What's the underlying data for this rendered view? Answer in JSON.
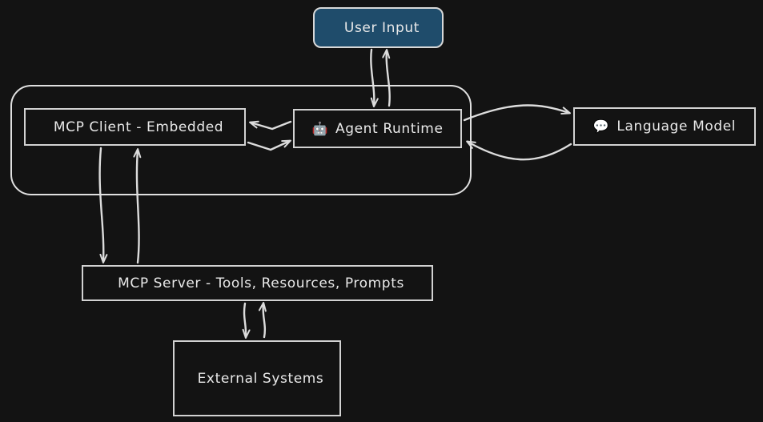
{
  "diagram": {
    "type": "flowchart",
    "background_color": "#131313",
    "stroke_color": "#e0e0e0",
    "text_color": "#e9e9e9",
    "accent_color": "#1f4c6b",
    "nodes": [
      {
        "id": "user-input",
        "label": "User Input",
        "emoji": "",
        "shape": "rounded-rect",
        "fill": "#1f4c6b"
      },
      {
        "id": "mcp-client",
        "label": "MCP Client - Embedded",
        "emoji": "",
        "shape": "rect",
        "fill": "#131313"
      },
      {
        "id": "agent-runtime",
        "label": "Agent Runtime",
        "emoji": "🤖",
        "emoji_name": "robot-icon",
        "shape": "rect",
        "fill": "#131313"
      },
      {
        "id": "language-model",
        "label": "Language Model",
        "emoji": "💬",
        "emoji_name": "speech-balloon-icon",
        "shape": "rect",
        "fill": "#131313"
      },
      {
        "id": "mcp-server",
        "label": "MCP Server - Tools, Resources, Prompts",
        "emoji": "",
        "shape": "rect",
        "fill": "#131313"
      },
      {
        "id": "external-systems",
        "label": "External Systems",
        "emoji": "",
        "shape": "rect",
        "fill": "#131313"
      }
    ],
    "groups": [
      {
        "id": "agent-group",
        "label": "",
        "contains": [
          "mcp-client",
          "agent-runtime"
        ]
      }
    ],
    "edges": [
      {
        "from": "user-input",
        "to": "agent-runtime",
        "direction": "down",
        "label": ""
      },
      {
        "from": "agent-runtime",
        "to": "user-input",
        "direction": "up",
        "label": ""
      },
      {
        "from": "agent-runtime",
        "to": "mcp-client",
        "direction": "left",
        "label": ""
      },
      {
        "from": "mcp-client",
        "to": "agent-runtime",
        "direction": "right",
        "label": ""
      },
      {
        "from": "agent-runtime",
        "to": "language-model",
        "direction": "right",
        "label": ""
      },
      {
        "from": "language-model",
        "to": "agent-runtime",
        "direction": "left",
        "label": ""
      },
      {
        "from": "mcp-client",
        "to": "mcp-server",
        "direction": "down",
        "label": ""
      },
      {
        "from": "mcp-server",
        "to": "mcp-client",
        "direction": "up",
        "label": ""
      },
      {
        "from": "mcp-server",
        "to": "external-systems",
        "direction": "down",
        "label": ""
      },
      {
        "from": "external-systems",
        "to": "mcp-server",
        "direction": "up",
        "label": ""
      }
    ]
  }
}
